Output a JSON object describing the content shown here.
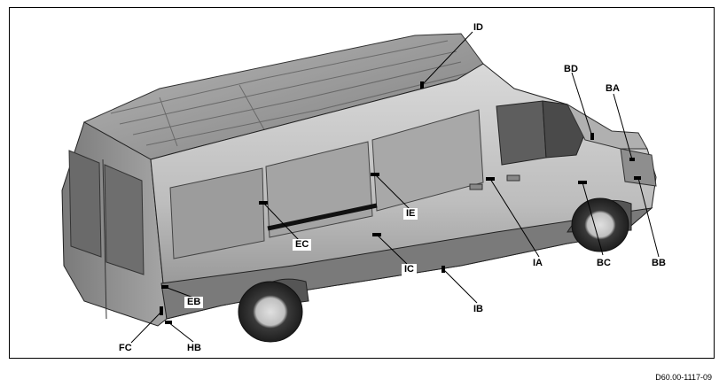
{
  "figure_ref": "D60.00-1117-09",
  "labels": {
    "ID": "ID",
    "BD": "BD",
    "BA": "BA",
    "IE": "IE",
    "EC": "EC",
    "IC": "IC",
    "IA": "IA",
    "BC": "BC",
    "BB": "BB",
    "IB": "IB",
    "EB": "EB",
    "FC": "FC",
    "HB": "HB"
  },
  "colors": {
    "body_light": "#d3d3d3",
    "body_mid": "#a9a9a9",
    "body_dark": "#6e6e6e",
    "line": "#000000",
    "background": "#ffffff"
  }
}
